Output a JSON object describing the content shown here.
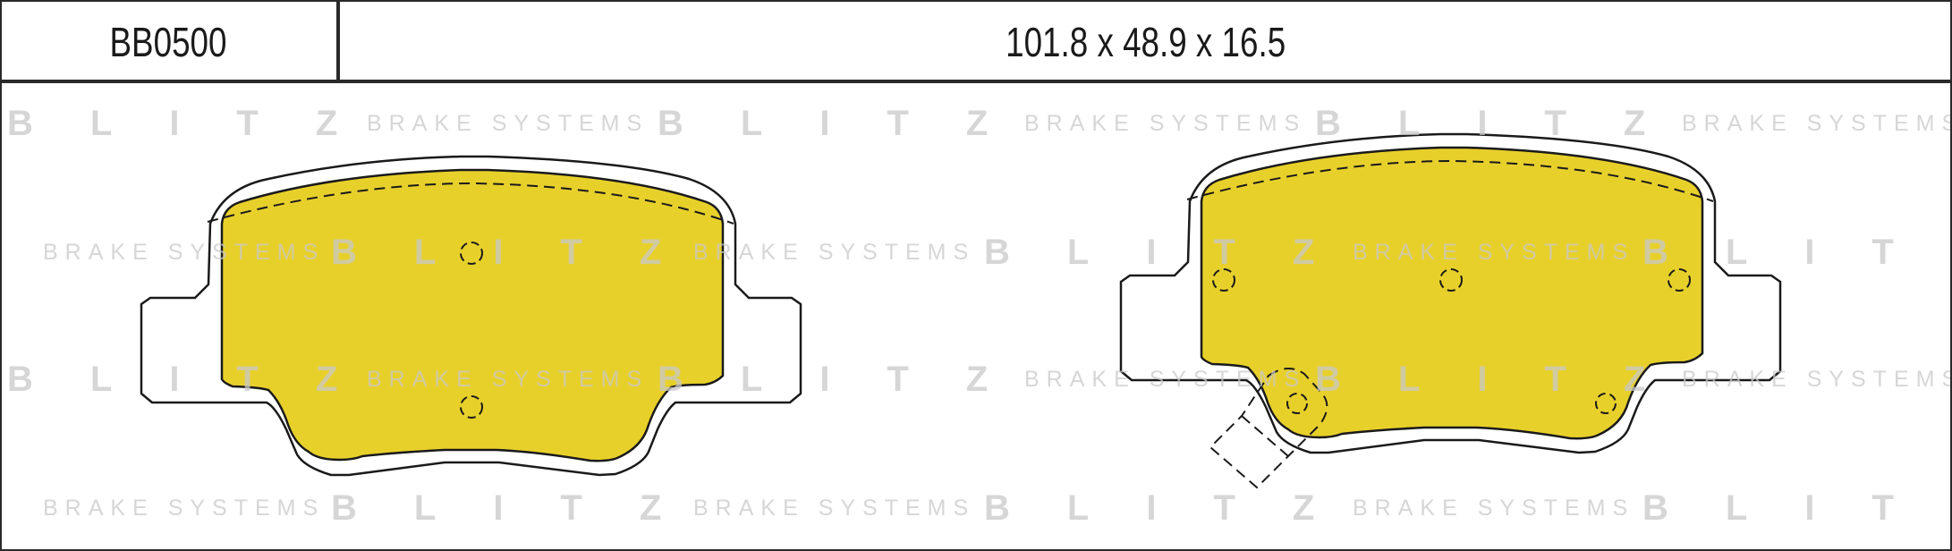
{
  "header": {
    "part_number": "BB0500",
    "dimensions": "101.8 x 48.9 x 16.5"
  },
  "watermark": {
    "brand": "BLITZ",
    "tagline": "BRAKE SYSTEMS"
  },
  "colors": {
    "friction_material": "#E8D02B",
    "outline": "#1a1a1a",
    "watermark": "#c9c9c9"
  }
}
